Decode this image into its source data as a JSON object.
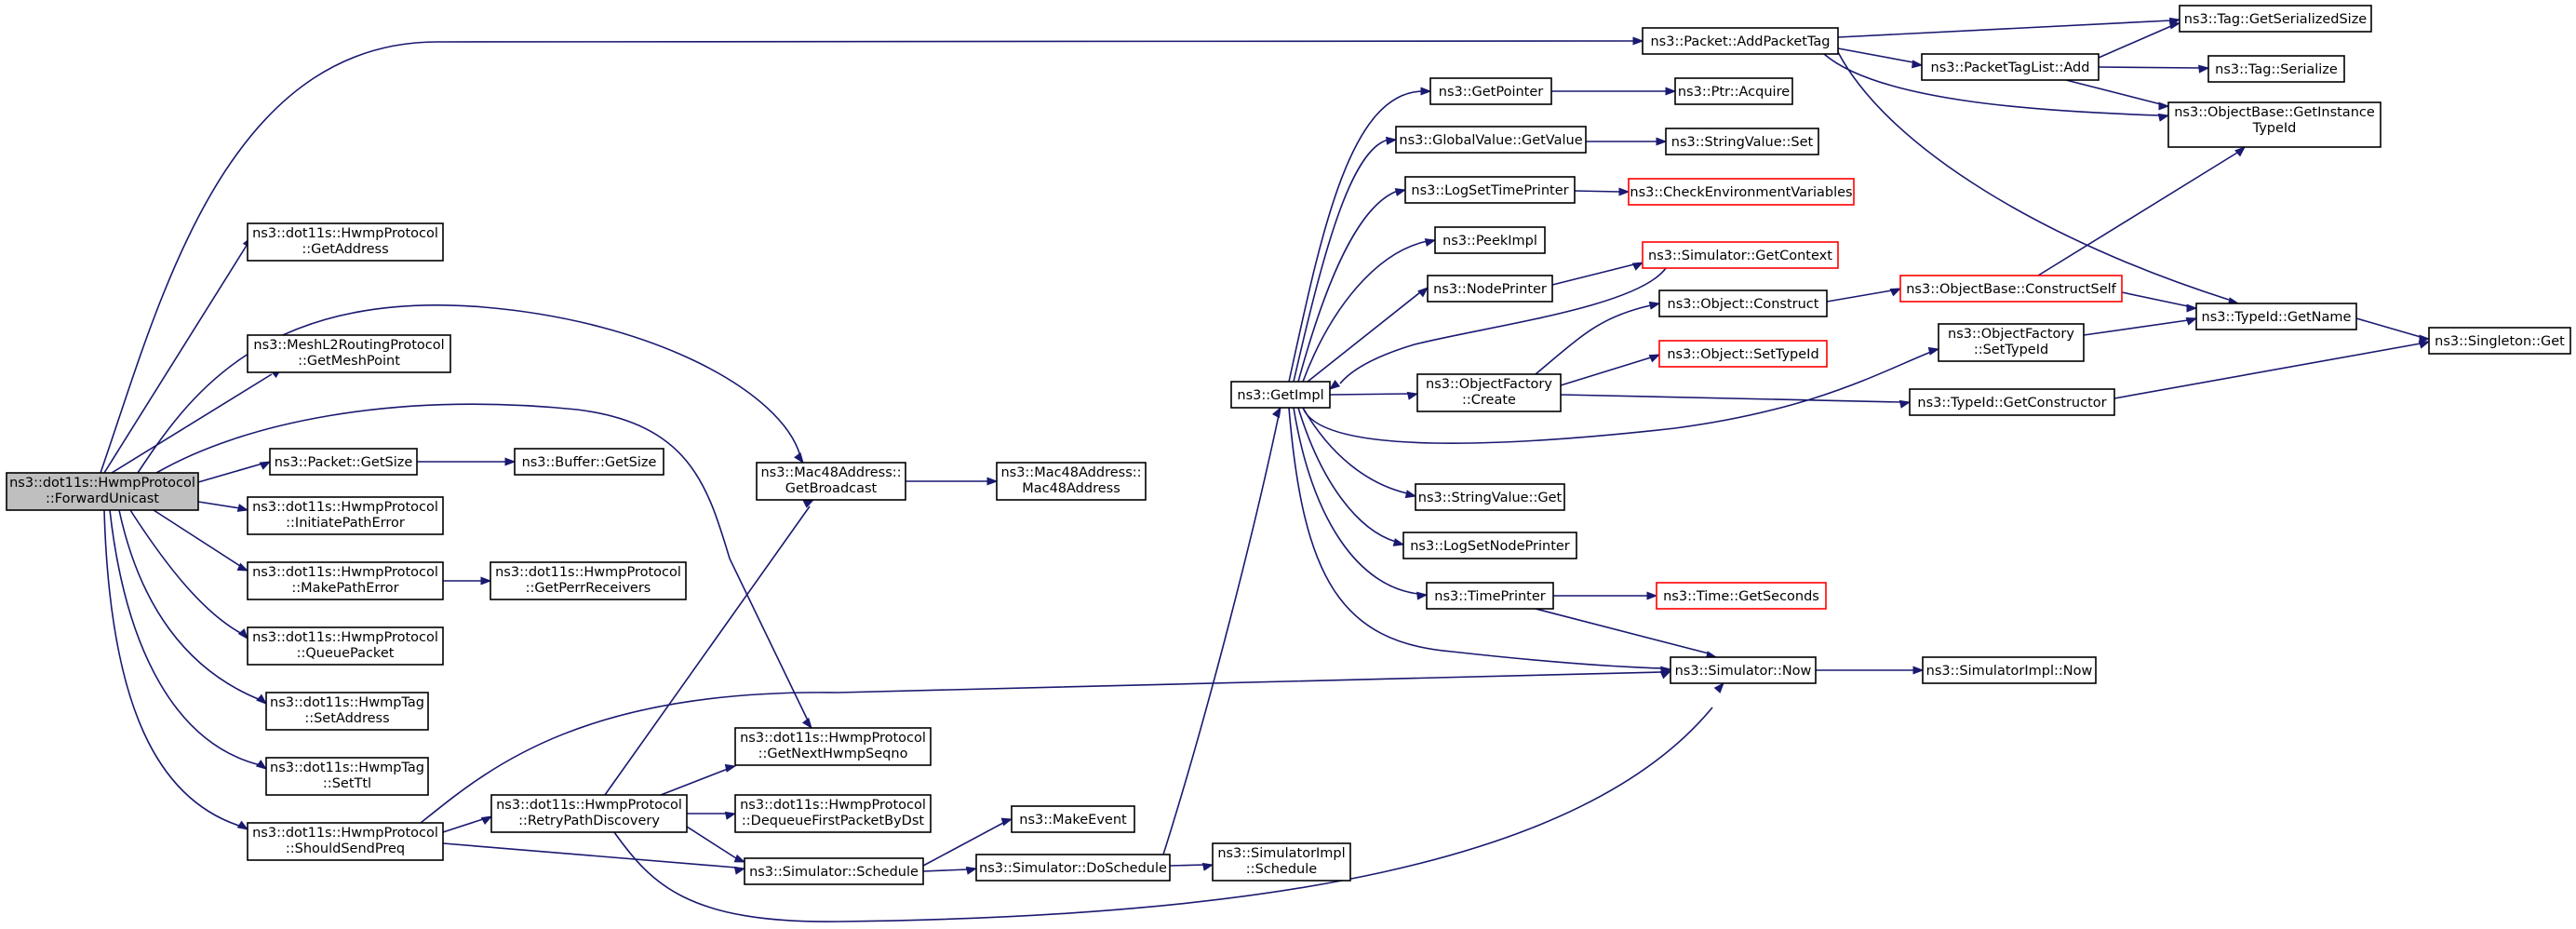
{
  "title": "ns3::dot11s::HwmpProtocol::ForwardUnicast call graph",
  "colors": {
    "edge": "#191970",
    "node_border": "#000000",
    "node_border_truncated": "#ff0000",
    "root_fill": "#bfbfbf",
    "node_fill": "#ffffff"
  },
  "nodes": [
    {
      "id": "root",
      "label": [
        "ns3::dot11s::HwmpProtocol",
        "::ForwardUnicast"
      ],
      "root": true
    },
    {
      "id": "getAddress",
      "label": [
        "ns3::dot11s::HwmpProtocol",
        "::GetAddress"
      ]
    },
    {
      "id": "getMeshPoint",
      "label": [
        "ns3::MeshL2RoutingProtocol",
        "::GetMeshPoint"
      ]
    },
    {
      "id": "packetGetSize",
      "label": [
        "ns3::Packet::GetSize"
      ]
    },
    {
      "id": "bufferGetSize",
      "label": [
        "ns3::Buffer::GetSize"
      ]
    },
    {
      "id": "initPathErr",
      "label": [
        "ns3::dot11s::HwmpProtocol",
        "::InitiatePathError"
      ]
    },
    {
      "id": "makePathErr",
      "label": [
        "ns3::dot11s::HwmpProtocol",
        "::MakePathError"
      ]
    },
    {
      "id": "getPerr",
      "label": [
        "ns3::dot11s::HwmpProtocol",
        "::GetPerrReceivers"
      ]
    },
    {
      "id": "queuePacket",
      "label": [
        "ns3::dot11s::HwmpProtocol",
        "::QueuePacket"
      ]
    },
    {
      "id": "tagSetAddress",
      "label": [
        "ns3::dot11s::HwmpTag",
        "::SetAddress"
      ]
    },
    {
      "id": "tagSetTtl",
      "label": [
        "ns3::dot11s::HwmpTag",
        "::SetTtl"
      ]
    },
    {
      "id": "shouldSendPreq",
      "label": [
        "ns3::dot11s::HwmpProtocol",
        "::ShouldSendPreq"
      ]
    },
    {
      "id": "retryPath",
      "label": [
        "ns3::dot11s::HwmpProtocol",
        "::RetryPathDiscovery"
      ]
    },
    {
      "id": "getNextSeqno",
      "label": [
        "ns3::dot11s::HwmpProtocol",
        "::GetNextHwmpSeqno"
      ]
    },
    {
      "id": "dequeue",
      "label": [
        "ns3::dot11s::HwmpProtocol",
        "::DequeueFirstPacketByDst"
      ]
    },
    {
      "id": "simSchedule",
      "label": [
        "ns3::Simulator::Schedule"
      ]
    },
    {
      "id": "makeEvent",
      "label": [
        "ns3::MakeEvent"
      ]
    },
    {
      "id": "doSchedule",
      "label": [
        "ns3::Simulator::DoSchedule"
      ]
    },
    {
      "id": "implSchedule",
      "label": [
        "ns3::SimulatorImpl",
        "::Schedule"
      ]
    },
    {
      "id": "getBroadcast",
      "label": [
        "ns3::Mac48Address::",
        "GetBroadcast"
      ]
    },
    {
      "id": "mac48",
      "label": [
        "ns3::Mac48Address::",
        "Mac48Address"
      ]
    },
    {
      "id": "getImpl",
      "label": [
        "ns3::GetImpl"
      ]
    },
    {
      "id": "getPointer",
      "label": [
        "ns3::GetPointer"
      ]
    },
    {
      "id": "ptrAcquire",
      "label": [
        "ns3::Ptr::Acquire"
      ]
    },
    {
      "id": "gvGetValue",
      "label": [
        "ns3::GlobalValue::GetValue"
      ]
    },
    {
      "id": "svSet",
      "label": [
        "ns3::StringValue::Set"
      ]
    },
    {
      "id": "logSetTime",
      "label": [
        "ns3::LogSetTimePrinter"
      ]
    },
    {
      "id": "checkEnv",
      "label": [
        "ns3::CheckEnvironmentVariables"
      ],
      "truncated": true
    },
    {
      "id": "peekImpl",
      "label": [
        "ns3::PeekImpl"
      ]
    },
    {
      "id": "nodePrinter",
      "label": [
        "ns3::NodePrinter"
      ]
    },
    {
      "id": "getContext",
      "label": [
        "ns3::Simulator::GetContext"
      ],
      "truncated": true
    },
    {
      "id": "objConstruct",
      "label": [
        "ns3::Object::Construct"
      ]
    },
    {
      "id": "constructSelf",
      "label": [
        "ns3::ObjectBase::ConstructSelf"
      ],
      "truncated": true
    },
    {
      "id": "objSetTypeId",
      "label": [
        "ns3::Object::SetTypeId"
      ],
      "truncated": true
    },
    {
      "id": "ofCreate",
      "label": [
        "ns3::ObjectFactory",
        "::Create"
      ]
    },
    {
      "id": "ofSetTypeId",
      "label": [
        "ns3::ObjectFactory",
        "::SetTypeId"
      ]
    },
    {
      "id": "getConstructor",
      "label": [
        "ns3::TypeId::GetConstructor"
      ]
    },
    {
      "id": "getName",
      "label": [
        "ns3::TypeId::GetName"
      ]
    },
    {
      "id": "singletonGet",
      "label": [
        "ns3::Singleton::Get"
      ]
    },
    {
      "id": "svGet",
      "label": [
        "ns3::StringValue::Get"
      ]
    },
    {
      "id": "logSetNode",
      "label": [
        "ns3::LogSetNodePrinter"
      ]
    },
    {
      "id": "timePrinter",
      "label": [
        "ns3::TimePrinter"
      ]
    },
    {
      "id": "getSeconds",
      "label": [
        "ns3::Time::GetSeconds"
      ],
      "truncated": true
    },
    {
      "id": "simNow",
      "label": [
        "ns3::Simulator::Now"
      ]
    },
    {
      "id": "implNow",
      "label": [
        "ns3::SimulatorImpl::Now"
      ]
    },
    {
      "id": "addPacketTag",
      "label": [
        "ns3::Packet::AddPacketTag"
      ]
    },
    {
      "id": "tagSerSize",
      "label": [
        "ns3::Tag::GetSerializedSize"
      ]
    },
    {
      "id": "tagListAdd",
      "label": [
        "ns3::PacketTagList::Add"
      ]
    },
    {
      "id": "tagSerialize",
      "label": [
        "ns3::Tag::Serialize"
      ]
    },
    {
      "id": "getInstanceTypeId",
      "label": [
        "ns3::ObjectBase::GetInstance",
        "TypeId"
      ]
    }
  ]
}
